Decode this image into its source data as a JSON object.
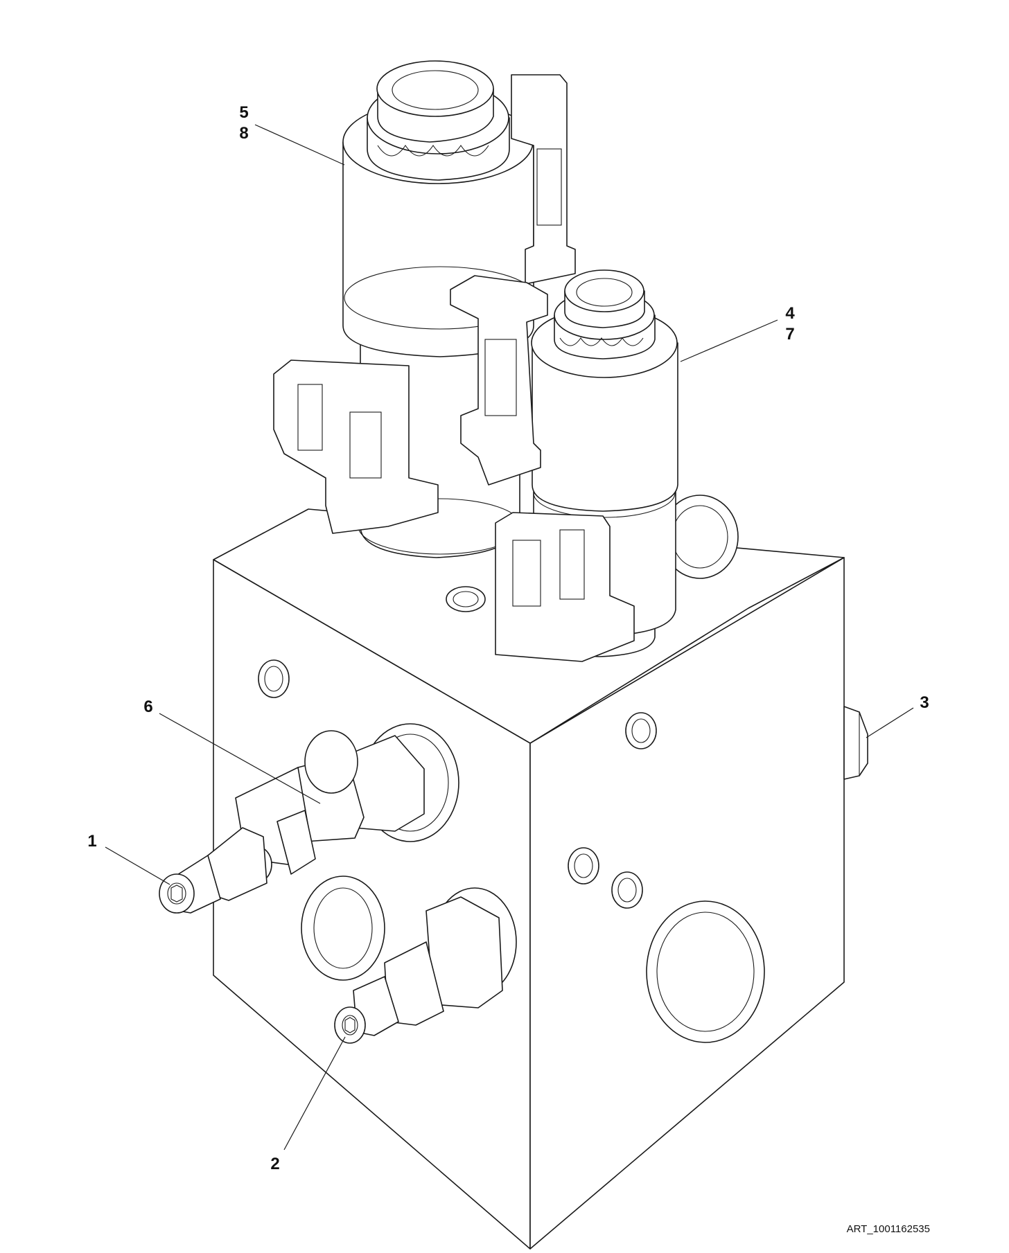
{
  "callouts": {
    "c1": "1",
    "c2": "2",
    "c3": "3",
    "c4": "4",
    "c5": "5",
    "c6": "6",
    "c7": "7",
    "c8": "8"
  },
  "art_reference": "ART_1001162535",
  "colors": {
    "line": "#1a1a1a",
    "background": "#ffffff"
  }
}
